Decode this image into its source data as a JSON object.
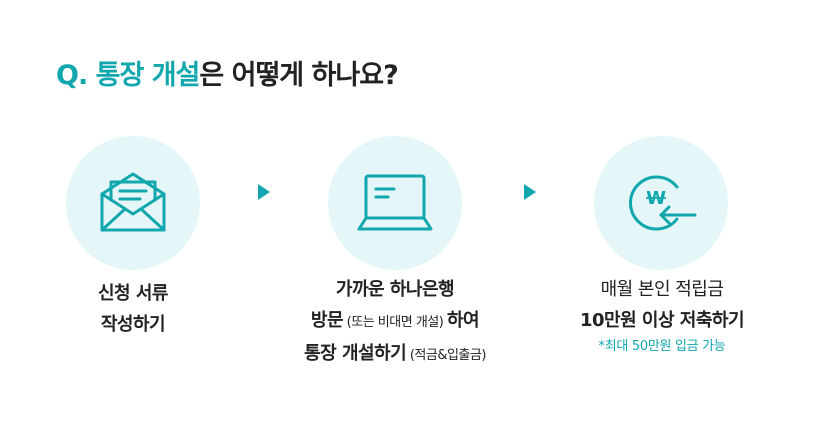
{
  "title": {
    "q_mark": "Q.",
    "highlight": "통장 개설",
    "rest": "은 어떻게 하나요?"
  },
  "steps": [
    {
      "icon": "envelope-icon",
      "lines": [
        "신청 서류",
        "작성하기"
      ]
    },
    {
      "icon": "laptop-icon",
      "line1": "가까운 하나은행",
      "line2_bold_a": "방문",
      "line2_small": " (또는 비대면 개설) ",
      "line2_bold_b": "하여",
      "line3_bold": "통장 개설하기",
      "line3_small": " (적금&입출금)"
    },
    {
      "icon": "won-deposit-icon",
      "icon_text": "W",
      "line1": "매월 본인 적립금",
      "line2": "10만원 이상 저축하기",
      "note": "*최대 50만원 입금 가능"
    }
  ],
  "colors": {
    "accent": "#12a7ae",
    "circle_bg": "#e4f6f7",
    "text": "#222222"
  }
}
